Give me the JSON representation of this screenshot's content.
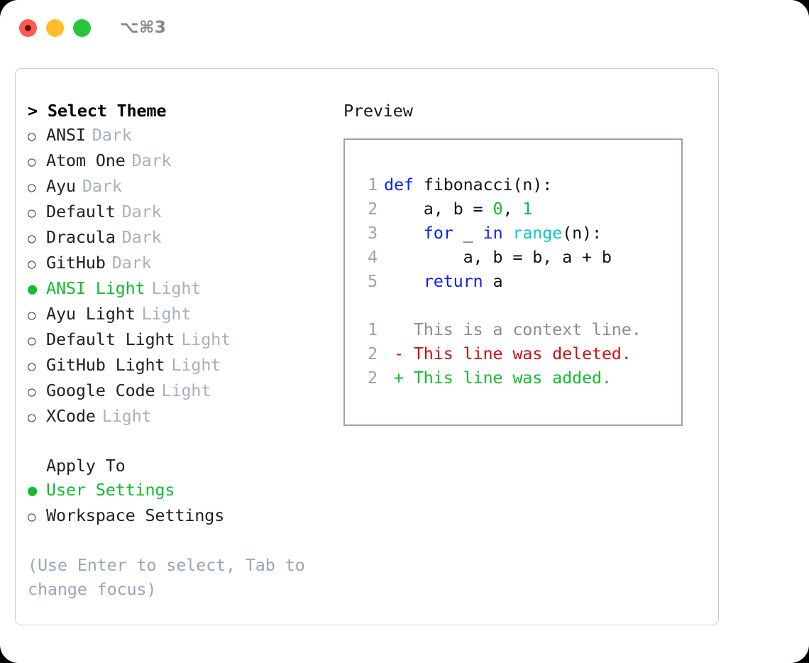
{
  "titlebar": {
    "shortcut": "⌥⌘3",
    "lights": [
      {
        "name": "close",
        "color": "#fb5b52"
      },
      {
        "name": "minimize",
        "color": "#ffbd2d"
      },
      {
        "name": "maximize",
        "color": "#25c83b"
      }
    ]
  },
  "theme_list": {
    "header": "> Select Theme",
    "items": [
      {
        "marker": "○",
        "label": "ANSI",
        "tag": "Dark",
        "selected": false
      },
      {
        "marker": "○",
        "label": "Atom One",
        "tag": "Dark",
        "selected": false
      },
      {
        "marker": "○",
        "label": "Ayu",
        "tag": "Dark",
        "selected": false
      },
      {
        "marker": "○",
        "label": "Default",
        "tag": "Dark",
        "selected": false
      },
      {
        "marker": "○",
        "label": "Dracula",
        "tag": "Dark",
        "selected": false
      },
      {
        "marker": "○",
        "label": "GitHub",
        "tag": "Dark",
        "selected": false
      },
      {
        "marker": "●",
        "label": "ANSI Light",
        "tag": "Light",
        "selected": true
      },
      {
        "marker": "○",
        "label": "Ayu Light",
        "tag": "Light",
        "selected": false
      },
      {
        "marker": "○",
        "label": "Default Light",
        "tag": "Light",
        "selected": false
      },
      {
        "marker": "○",
        "label": "GitHub Light",
        "tag": "Light",
        "selected": false
      },
      {
        "marker": "○",
        "label": "Google Code",
        "tag": "Light",
        "selected": false
      },
      {
        "marker": "○",
        "label": "XCode",
        "tag": "Light",
        "selected": false
      }
    ]
  },
  "apply_to": {
    "header": "Apply To",
    "items": [
      {
        "marker": "●",
        "label": "User Settings",
        "selected": true
      },
      {
        "marker": "○",
        "label": "Workspace Settings",
        "selected": false
      }
    ]
  },
  "hint": "(Use Enter to select, Tab to change focus)",
  "preview": {
    "title": "Preview",
    "code_lines": [
      {
        "num": "1",
        "tokens": [
          {
            "t": "def ",
            "c": "kw"
          },
          {
            "t": "fibonacci(n):",
            "c": "txt"
          }
        ]
      },
      {
        "num": "2",
        "tokens": [
          {
            "t": "    a, b = ",
            "c": "txt"
          },
          {
            "t": "0",
            "c": "num"
          },
          {
            "t": ", ",
            "c": "txt"
          },
          {
            "t": "1",
            "c": "num"
          }
        ]
      },
      {
        "num": "3",
        "tokens": [
          {
            "t": "    ",
            "c": "txt"
          },
          {
            "t": "for",
            "c": "kw"
          },
          {
            "t": " _ ",
            "c": "txt"
          },
          {
            "t": "in",
            "c": "kw"
          },
          {
            "t": " ",
            "c": "txt"
          },
          {
            "t": "range",
            "c": "fn"
          },
          {
            "t": "(n):",
            "c": "txt"
          }
        ]
      },
      {
        "num": "4",
        "tokens": [
          {
            "t": "        a, b = b, a + b",
            "c": "txt"
          }
        ]
      },
      {
        "num": "5",
        "tokens": [
          {
            "t": "    ",
            "c": "txt"
          },
          {
            "t": "return",
            "c": "kw"
          },
          {
            "t": " a",
            "c": "txt"
          }
        ]
      }
    ],
    "diff_lines": [
      {
        "num": "1",
        "tokens": [
          {
            "t": "   This is a context line.",
            "c": "ctx"
          }
        ]
      },
      {
        "num": "2",
        "tokens": [
          {
            "t": " - This line was deleted.",
            "c": "del"
          }
        ]
      },
      {
        "num": "2",
        "tokens": [
          {
            "t": " + This line was added.",
            "c": "add"
          }
        ]
      }
    ]
  },
  "colors": {
    "accent_green": "#12bd2e",
    "keyword_blue": "#0a24f5",
    "function_cyan": "#0ac8d4",
    "diff_deleted": "#cc1111",
    "diff_added": "#12bd2e",
    "muted_gray": "#a8b0bd",
    "panel_border": "#c7ccd3",
    "code_border": "#96a3b4"
  }
}
